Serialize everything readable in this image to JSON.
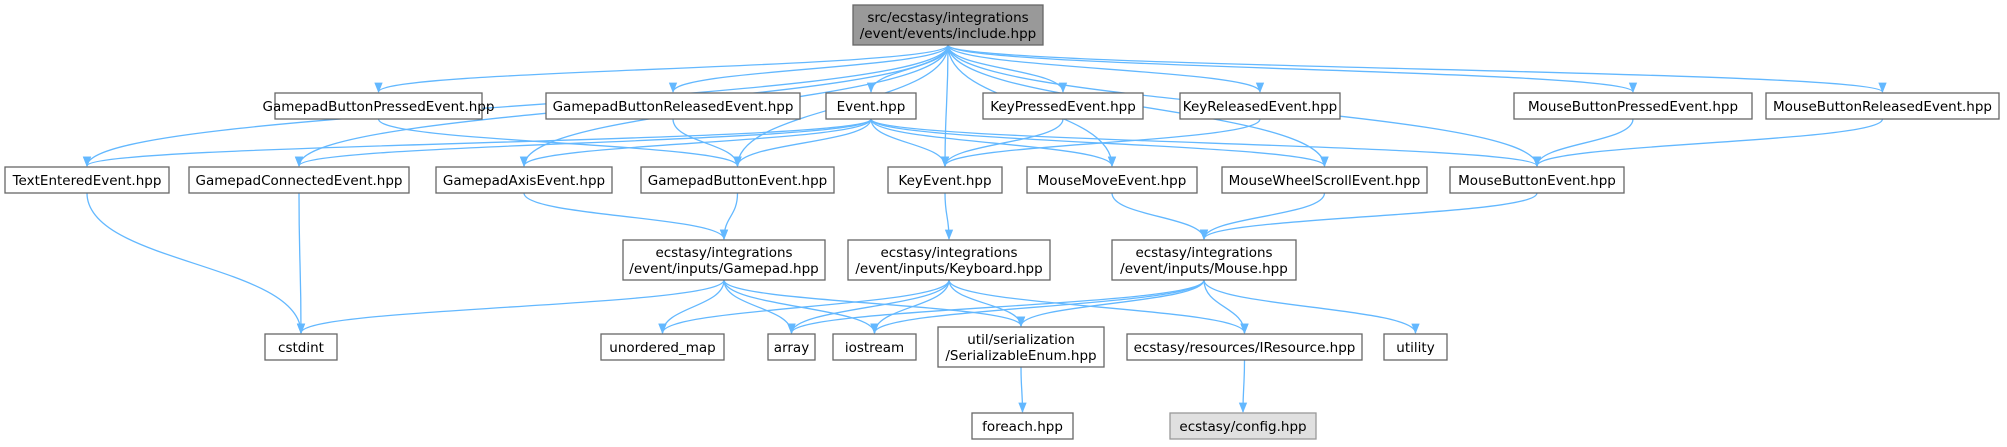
{
  "diagram": {
    "edge_color": "#63b8ff",
    "node_border_color": "#666666",
    "root_fill": "#999999",
    "external_fill": "#e0e0e0",
    "nodes": [
      {
        "id": "root",
        "lines": [
          "src/ecstasy/integrations",
          "/event/events/include.hpp"
        ],
        "style": "root"
      },
      {
        "id": "gbp",
        "lines": [
          "GamepadButtonPressedEvent.hpp"
        ]
      },
      {
        "id": "gbr",
        "lines": [
          "GamepadButtonReleasedEvent.hpp"
        ]
      },
      {
        "id": "evt",
        "lines": [
          "Event.hpp"
        ]
      },
      {
        "id": "kp",
        "lines": [
          "KeyPressedEvent.hpp"
        ]
      },
      {
        "id": "kr",
        "lines": [
          "KeyReleasedEvent.hpp"
        ]
      },
      {
        "id": "mbp",
        "lines": [
          "MouseButtonPressedEvent.hpp"
        ]
      },
      {
        "id": "mbr",
        "lines": [
          "MouseButtonReleasedEvent.hpp"
        ]
      },
      {
        "id": "te",
        "lines": [
          "TextEnteredEvent.hpp"
        ]
      },
      {
        "id": "gc",
        "lines": [
          "GamepadConnectedEvent.hpp"
        ]
      },
      {
        "id": "ga",
        "lines": [
          "GamepadAxisEvent.hpp"
        ]
      },
      {
        "id": "gb",
        "lines": [
          "GamepadButtonEvent.hpp"
        ]
      },
      {
        "id": "ke",
        "lines": [
          "KeyEvent.hpp"
        ]
      },
      {
        "id": "mm",
        "lines": [
          "MouseMoveEvent.hpp"
        ]
      },
      {
        "id": "mw",
        "lines": [
          "MouseWheelScrollEvent.hpp"
        ]
      },
      {
        "id": "mb",
        "lines": [
          "MouseButtonEvent.hpp"
        ]
      },
      {
        "id": "gpad",
        "lines": [
          "ecstasy/integrations",
          "/event/inputs/Gamepad.hpp"
        ]
      },
      {
        "id": "kbd",
        "lines": [
          "ecstasy/integrations",
          "/event/inputs/Keyboard.hpp"
        ]
      },
      {
        "id": "mouse",
        "lines": [
          "ecstasy/integrations",
          "/event/inputs/Mouse.hpp"
        ]
      },
      {
        "id": "cstdint",
        "lines": [
          "cstdint"
        ]
      },
      {
        "id": "umap",
        "lines": [
          "unordered_map"
        ]
      },
      {
        "id": "array",
        "lines": [
          "array"
        ]
      },
      {
        "id": "iostream",
        "lines": [
          "iostream"
        ]
      },
      {
        "id": "senum",
        "lines": [
          "util/serialization",
          "/SerializableEnum.hpp"
        ]
      },
      {
        "id": "ires",
        "lines": [
          "ecstasy/resources/IResource.hpp"
        ]
      },
      {
        "id": "utility",
        "lines": [
          "utility"
        ]
      },
      {
        "id": "foreach",
        "lines": [
          "foreach.hpp"
        ]
      },
      {
        "id": "config",
        "lines": [
          "ecstasy/config.hpp"
        ],
        "style": "grey"
      }
    ],
    "edges": [
      [
        "root",
        "gbp"
      ],
      [
        "root",
        "gbr"
      ],
      [
        "root",
        "evt"
      ],
      [
        "root",
        "kp"
      ],
      [
        "root",
        "kr"
      ],
      [
        "root",
        "mbp"
      ],
      [
        "root",
        "mbr"
      ],
      [
        "root",
        "te"
      ],
      [
        "root",
        "gc"
      ],
      [
        "root",
        "ga"
      ],
      [
        "root",
        "gb"
      ],
      [
        "root",
        "ke"
      ],
      [
        "root",
        "mm"
      ],
      [
        "root",
        "mw"
      ],
      [
        "root",
        "mb"
      ],
      [
        "gbp",
        "gb"
      ],
      [
        "gbr",
        "gb"
      ],
      [
        "evt",
        "te"
      ],
      [
        "evt",
        "gc"
      ],
      [
        "evt",
        "ga"
      ],
      [
        "evt",
        "gb"
      ],
      [
        "evt",
        "ke"
      ],
      [
        "evt",
        "mm"
      ],
      [
        "evt",
        "mw"
      ],
      [
        "evt",
        "mb"
      ],
      [
        "kp",
        "ke"
      ],
      [
        "kr",
        "ke"
      ],
      [
        "mbp",
        "mb"
      ],
      [
        "mbr",
        "mb"
      ],
      [
        "te",
        "cstdint"
      ],
      [
        "gc",
        "cstdint"
      ],
      [
        "ga",
        "gpad"
      ],
      [
        "gb",
        "gpad"
      ],
      [
        "ke",
        "kbd"
      ],
      [
        "mm",
        "mouse"
      ],
      [
        "mw",
        "mouse"
      ],
      [
        "mb",
        "mouse"
      ],
      [
        "gpad",
        "cstdint"
      ],
      [
        "gpad",
        "umap"
      ],
      [
        "gpad",
        "array"
      ],
      [
        "gpad",
        "iostream"
      ],
      [
        "gpad",
        "senum"
      ],
      [
        "kbd",
        "umap"
      ],
      [
        "kbd",
        "array"
      ],
      [
        "kbd",
        "iostream"
      ],
      [
        "kbd",
        "senum"
      ],
      [
        "kbd",
        "ires"
      ],
      [
        "mouse",
        "array"
      ],
      [
        "mouse",
        "iostream"
      ],
      [
        "mouse",
        "senum"
      ],
      [
        "mouse",
        "ires"
      ],
      [
        "mouse",
        "utility"
      ],
      [
        "senum",
        "foreach"
      ],
      [
        "ires",
        "config"
      ]
    ]
  }
}
